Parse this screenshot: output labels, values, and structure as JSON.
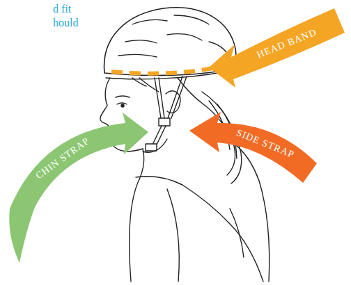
{
  "diagram": {
    "nodes": [
      {
        "text": [
          "HEAD BAND"
        ]
      },
      {
        "text": [
          "SIDE STRAP"
        ]
      },
      {
        "text": [
          "CHIN STRAP"
        ]
      }
    ],
    "labels": [
      "d fit",
      "hould"
    ]
  }
}
